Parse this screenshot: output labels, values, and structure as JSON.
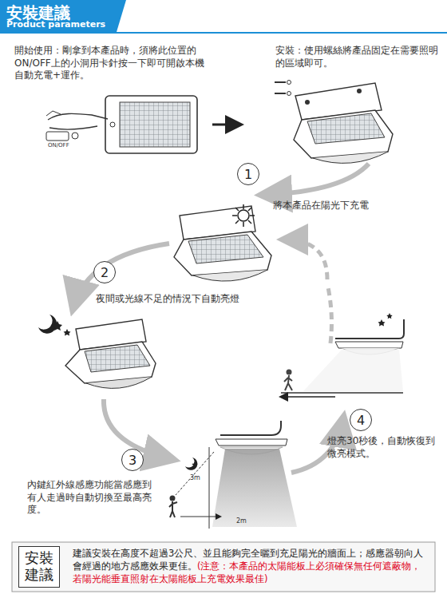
{
  "diagram": {
    "title": "安裝建議",
    "nodes": [
      {
        "text": [
          "建議安裝在高度不超過3公尺、並且能夠完全曬到充足陽光的牆面上；感應器朝向人會經過的地方感應效果更佳。",
          "(注意：本產品的太陽能板上必須確保無任何遮蔽物，若陽光能垂直照射在太陽能板上充電效果最佳)"
        ]
      },
      {
        "text": [
          "安裝 建議"
        ],
        "in": 0
      },
      {
        "text": [
          "1"
        ]
      },
      {
        "text": [
          "2"
        ]
      },
      {
        "text": [
          "3"
        ]
      },
      {
        "text": [
          "4"
        ]
      }
    ],
    "labels": [
      "Product parameters",
      "開始使用：剛拿到本產品時，須將此位置的ON/OFF上的小洞用卡針按一下即可開啟本機自動充電+運作。",
      "安裝：使用螺絲將產品固定在需要照明的區域即可。",
      "將本產品在陽光下充電",
      "夜間或光線不足的情況下自動亮燈",
      "燈亮30秒後，自動恢復到微亮模式。",
      "內鍵紅外線感應功能當感應到有人走過時自動切換至最高亮度。",
      "ON/OFF",
      "3m",
      "2m"
    ]
  }
}
